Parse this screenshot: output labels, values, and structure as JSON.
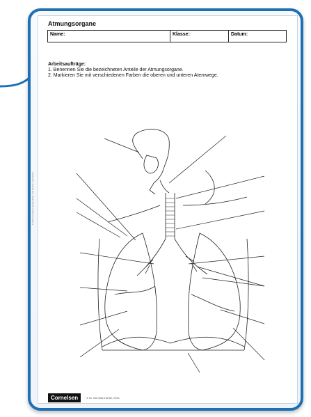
{
  "worksheet": {
    "title": "Atmungsorgane",
    "fields": {
      "name_label": "Name:",
      "class_label": "Klasse:",
      "date_label": "Datum:"
    },
    "tasks_heading": "Arbeitsaufträge:",
    "tasks": [
      "1. Benennen Sie die bezeichneten Anteile der Atmungsorgane.",
      "2. Markieren Sie mit verschiedenen Farben die oberen und unteren Atemwege."
    ],
    "footer_logo": "Cornelsen",
    "footer_copyright": "© Dr. Bernhard Arlter, 2011",
    "side_copyright": "© 2011 Cornelsen Verlag, Berlin. Alle Rechte vorbehalten."
  },
  "colors": {
    "frame": "#1f6fb5",
    "ink": "#222222"
  }
}
